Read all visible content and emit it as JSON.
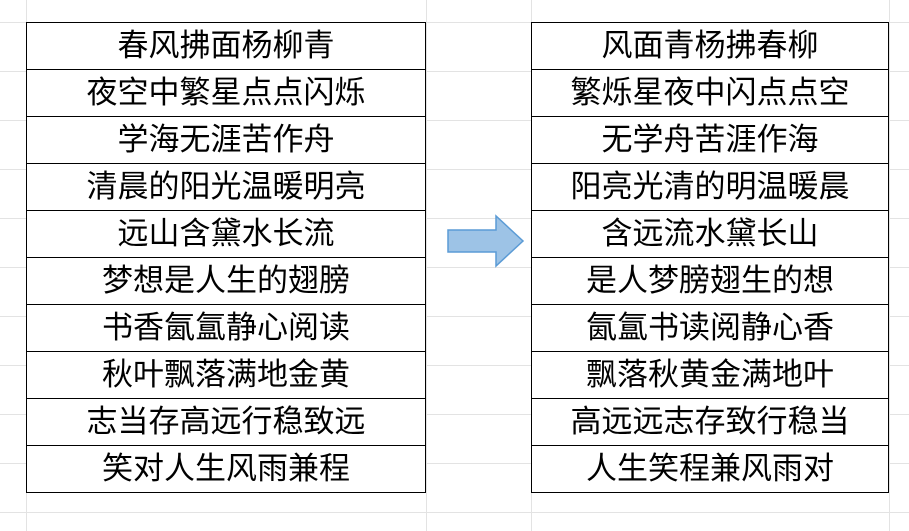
{
  "left_table": {
    "rows": [
      "春风拂面杨柳青",
      "夜空中繁星点点闪烁",
      "学海无涯苦作舟",
      "清晨的阳光温暖明亮",
      "远山含黛水长流",
      "梦想是人生的翅膀",
      "书香氤氲静心阅读",
      "秋叶飘落满地金黄",
      "志当存高远行稳致远",
      "笑对人生风雨兼程"
    ]
  },
  "right_table": {
    "rows": [
      "风面青杨拂春柳",
      "繁烁星夜中闪点点空",
      "无学舟苦涯作海",
      "阳亮光清的明温暖晨",
      "含远流水黛长山",
      "是人梦膀翅生的想",
      "氤氲书读阅静心香",
      "飘落秋黄金满地叶",
      "高远远志存致行稳当",
      "人生笑程兼风雨对"
    ]
  },
  "arrow": {
    "icon": "right-arrow-icon",
    "fill": "#9dc3e6",
    "stroke": "#5b9bd5"
  }
}
